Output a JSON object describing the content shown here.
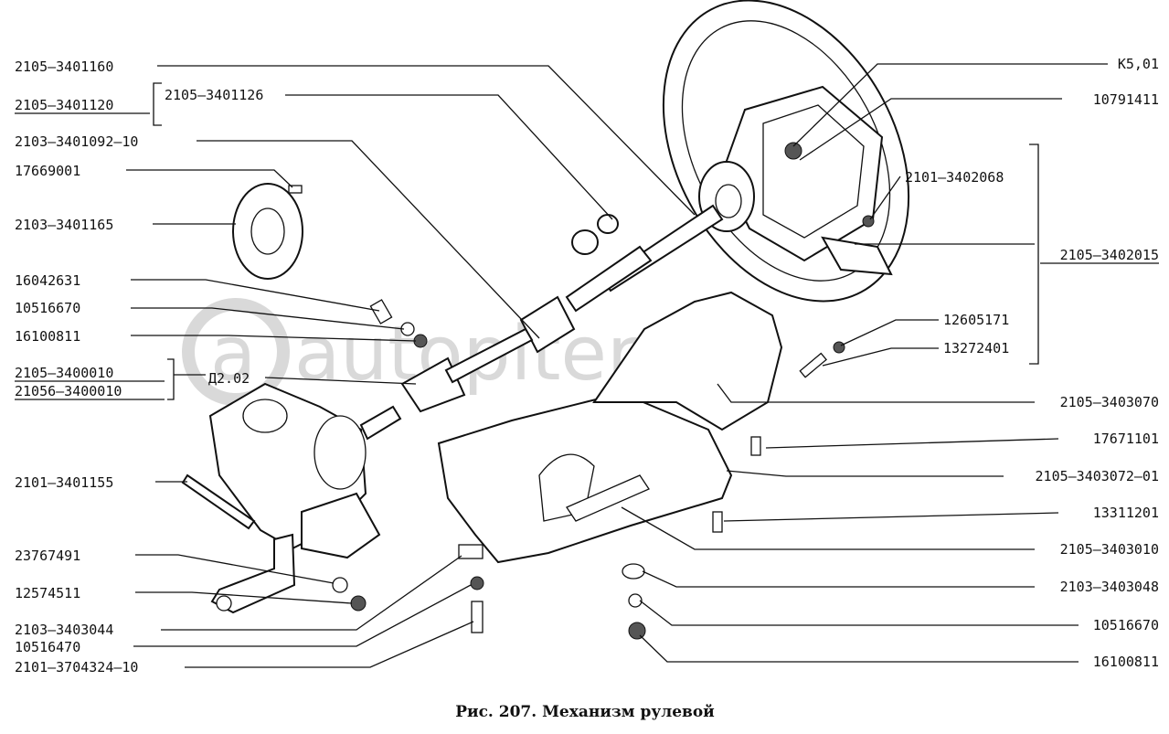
{
  "watermark": "autopiter.ru",
  "caption": "Рис. 207. Механизм рулевой",
  "labels_left": [
    "2105–3401160",
    "2105–3401120",
    "2105–3401126",
    "2103–3401092–10",
    "17669001",
    "2103–3401165",
    "16042631",
    "10516670",
    "16100811",
    "2105–3400010",
    "21056–3400010",
    "Д2.02",
    "2101–3401155",
    "23767491",
    "12574511",
    "2103–3403044",
    "10516470",
    "2101–3704324–10"
  ],
  "labels_right": [
    "К5,01",
    "10791411",
    "2101–3402068",
    "2105–3402015",
    "12605171",
    "13272401",
    "2105–3403070",
    "17671101",
    "2105–3403072–01",
    "13311201",
    "2105–3403010",
    "2103–3403048",
    "10516670",
    "16100811"
  ]
}
